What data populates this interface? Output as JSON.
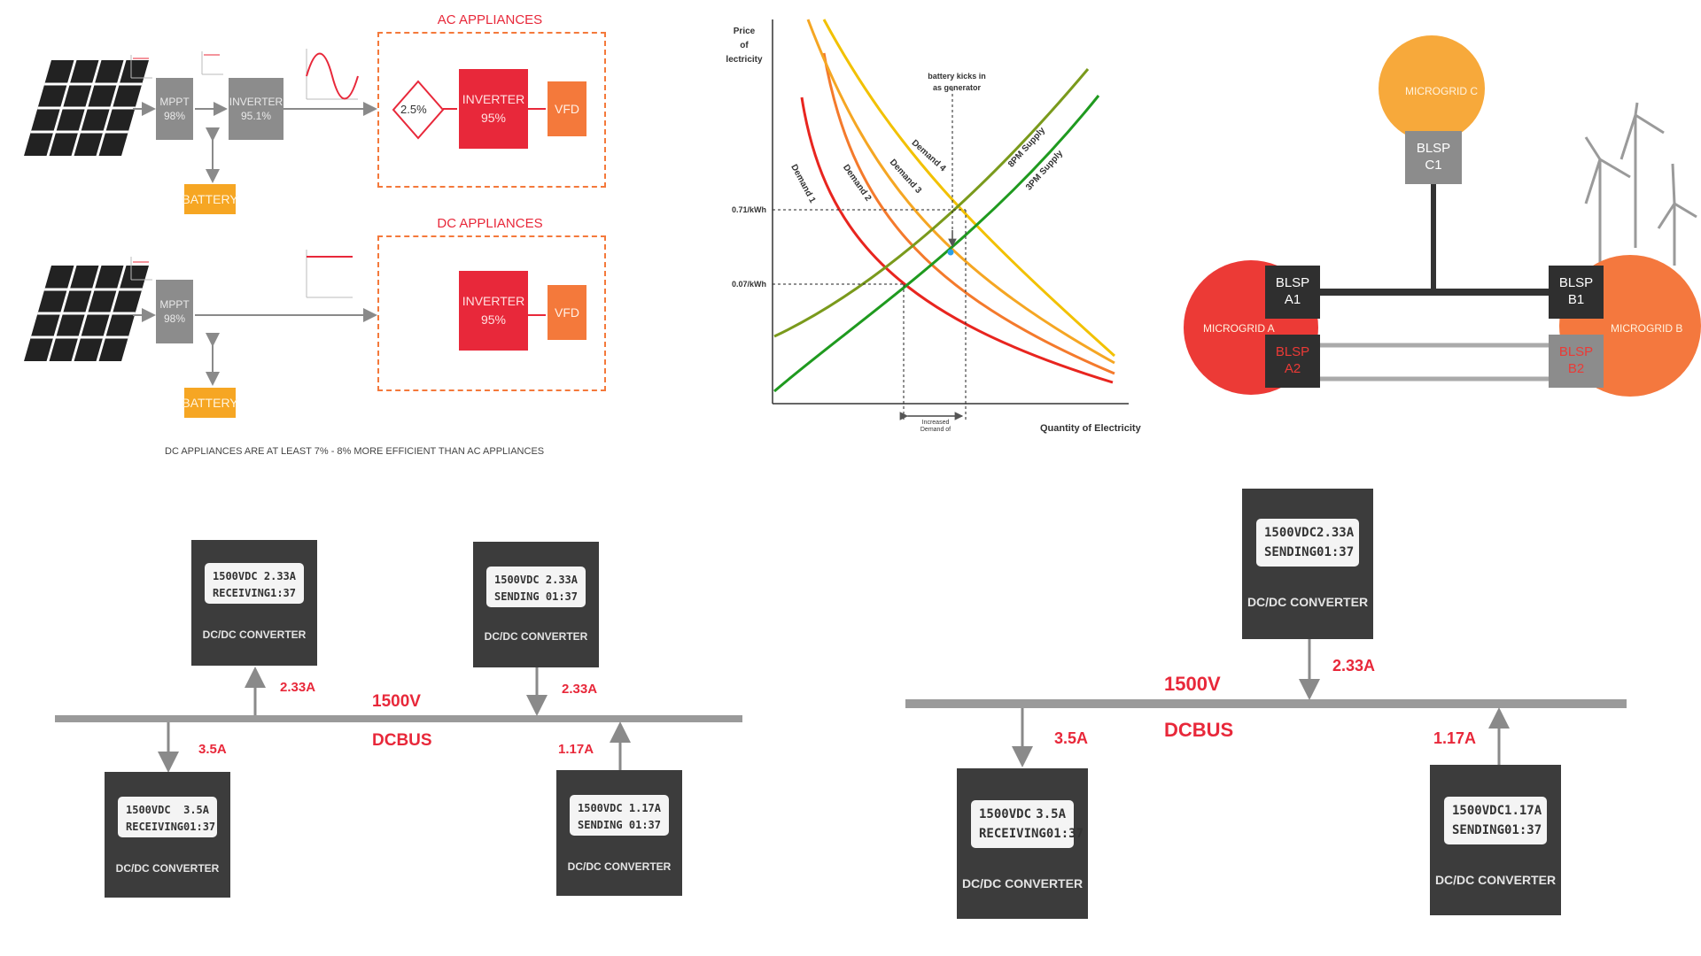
{
  "panel_efficiency": {
    "ac_title": "AC APPLIANCES",
    "dc_title": "DC APPLIANCES",
    "ac_row": {
      "mppt": {
        "label": "MPPT",
        "value": "98%"
      },
      "inverter1": {
        "label": "INVERTER",
        "value": "95.1%"
      },
      "rectifier_value": "2.5%",
      "inverter2": {
        "label": "INVERTER",
        "value": "95%"
      },
      "vfd": "VFD",
      "battery": "BATTERY"
    },
    "dc_row": {
      "mppt": {
        "label": "MPPT",
        "value": "98%"
      },
      "inverter": {
        "label": "INVERTER",
        "value": "95%"
      },
      "vfd": "VFD",
      "battery": "BATTERY"
    },
    "footnote": "DC APPLIANCES ARE AT LEAST 7% - 8% MORE EFFICIENT THAN AC APPLIANCES"
  },
  "panel_market": {
    "ylabel_line1": "Price",
    "ylabel_line2": "of",
    "ylabel_line3": "lectricity",
    "xlabel": "Quantity of Electricity",
    "annotation_line1": "battery kicks in",
    "annotation_line2": "as generator",
    "bracket_line1": "Increased",
    "bracket_line2": "Demand of",
    "colors": {
      "demand1": "#e8251f",
      "demand2": "#f47a2c",
      "demand3": "#f5a623",
      "demand4": "#f2c100",
      "supply8": "#7a9a1c",
      "supply3": "#1f9a1f",
      "marker": "#2aa0e8"
    },
    "chart_data": {
      "type": "line",
      "y_ticks": [
        "0.71/kWh",
        "0.07/kWh"
      ],
      "series": [
        {
          "name": "Demand 1"
        },
        {
          "name": "Demand 2"
        },
        {
          "name": "Demand 3"
        },
        {
          "name": "Demand 4"
        },
        {
          "name": "8PM Supply"
        },
        {
          "name": "3PM Supply"
        }
      ]
    }
  },
  "panel_microgrid": {
    "microgrid_c": "MICROGRID C",
    "microgrid_a": "MICROGRID A",
    "microgrid_b": "MICROGRID B",
    "blsp_c1": {
      "line1": "BLSP",
      "line2": "C1"
    },
    "blsp_a1": {
      "line1": "BLSP",
      "line2": "A1"
    },
    "blsp_a2": {
      "line1": "BLSP",
      "line2": "A2"
    },
    "blsp_b1": {
      "line1": "BLSP",
      "line2": "B1"
    },
    "blsp_b2": {
      "line1": "BLSP",
      "line2": "B2"
    },
    "colors": {
      "grid_c": "#f7a93b",
      "grid_a": "#ec3a36",
      "grid_b": "#f4783e"
    }
  },
  "dcbus_left": {
    "bus_voltage": "1500V",
    "bus_name": "DCBUS",
    "converters": [
      {
        "voltage": "1500VDC",
        "current": "2.33A",
        "status": "RECEIVING",
        "time": "1:37",
        "label": "DC/DC CONVERTER",
        "flow": "2.33A"
      },
      {
        "voltage": "1500VDC",
        "current": "2.33A",
        "status": "SENDING",
        "time": "01:37",
        "label": "DC/DC CONVERTER",
        "flow": "2.33A"
      },
      {
        "voltage": "1500VDC",
        "current": "3.5A",
        "status": "RECEIVING",
        "time": "01:37",
        "label": "DC/DC CONVERTER",
        "flow": "3.5A"
      },
      {
        "voltage": "1500VDC",
        "current": "1.17A",
        "status": "SENDING",
        "time": "01:37",
        "label": "DC/DC CONVERTER",
        "flow": "1.17A"
      }
    ]
  },
  "dcbus_right": {
    "bus_voltage": "1500V",
    "bus_name": "DCBUS",
    "converters": [
      {
        "voltage": "1500VDC",
        "current": "2.33A",
        "status": "SENDING",
        "time": "01:37",
        "label": "DC/DC CONVERTER",
        "flow": "2.33A"
      },
      {
        "voltage": "1500VDC",
        "current": "3.5A",
        "status": "RECEIVING",
        "time": "01:37",
        "label": "DC/DC CONVERTER",
        "flow": "3.5A"
      },
      {
        "voltage": "1500VDC",
        "current": "1.17A",
        "status": "SENDING",
        "time": "01:37",
        "label": "DC/DC CONVERTER",
        "flow": "1.17A"
      }
    ]
  }
}
